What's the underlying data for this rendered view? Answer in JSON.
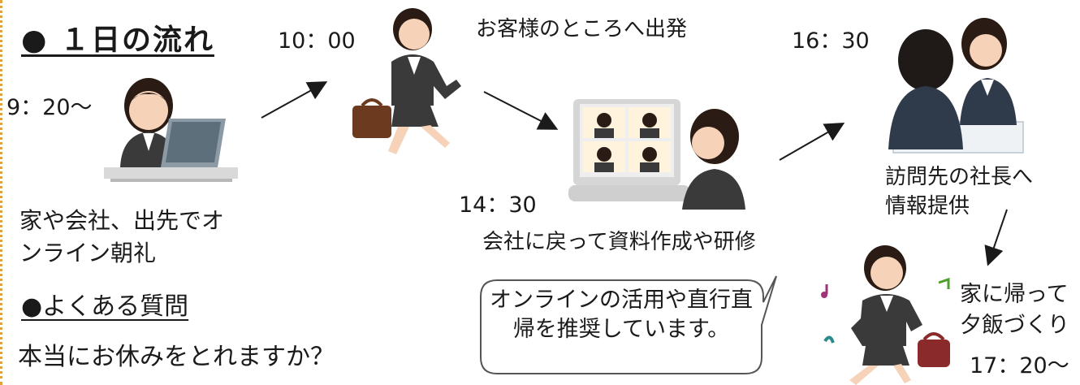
{
  "heading": "● １日の流れ",
  "steps": [
    {
      "time": "9：20〜",
      "caption": "家や会社、出先でオンライン朝礼"
    },
    {
      "time": "10：00",
      "caption": "お客様のところへ出発"
    },
    {
      "time": "14：30",
      "caption": "会社に戻って資料作成や研修"
    },
    {
      "time": "16：30",
      "caption": "訪問先の社長へ情報提供"
    },
    {
      "time": "17：20〜",
      "caption": "家に帰って夕飯づくり"
    }
  ],
  "faq": {
    "heading": "●よくある質問",
    "question": "本当にお休みをとれますか？"
  },
  "bubble": {
    "text": "オンラインの活用や直行直帰を推奨しています。"
  },
  "colors": {
    "accent_border": "#e2a23a",
    "suit": "#3a3a3a",
    "skin": "#f6d2b8",
    "hair": "#2a1c14"
  }
}
